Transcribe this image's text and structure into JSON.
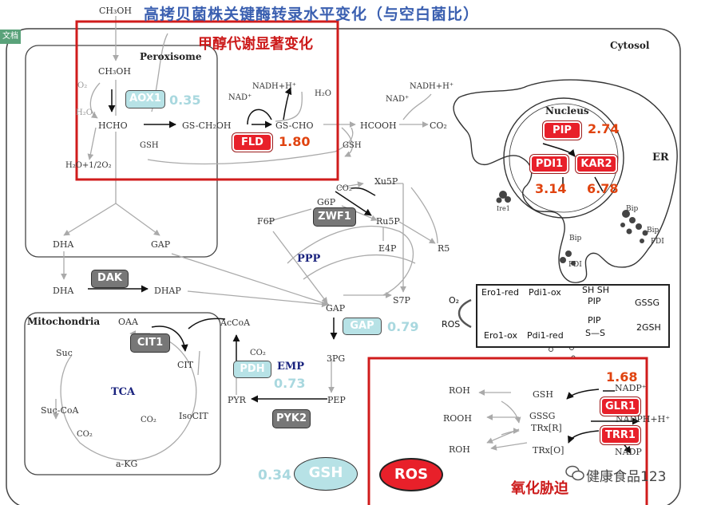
{
  "title": "高拷贝菌株关键酶转录水平变化（与空白菌比）",
  "doc_tag": "文档",
  "notes": {
    "methanol": "甲醇代谢显著变化",
    "oxidative": "氧化胁迫"
  },
  "compartments": {
    "cytosol": "Cytosol",
    "peroxisome": "Peroxisome",
    "mitochondria": "Mitochondria",
    "nucleus": "Nucleus",
    "er": "ER"
  },
  "pathways": {
    "ppp": "PPP",
    "tca": "TCA",
    "emp": "EMP"
  },
  "metabolites": {
    "ch3oh_top": "CH₃OH",
    "ch3oh": "CH₃OH",
    "o2": "O₂",
    "h2o2": "H₂O₂",
    "hcho": "HCHO",
    "gsch2oh": "GS-CH₂OH",
    "gscho": "GS-CHO",
    "gsh_a": "GSH",
    "h2o_o2": "H₂O+1/2O₂",
    "nad_a": "NAD⁺",
    "nadh_a": "NADH+H⁺",
    "h2o": "H₂O",
    "nad_b": "NAD⁺",
    "nadh_b": "NADH+H⁺",
    "hcooh": "HCOOH",
    "co2_a": "CO₂",
    "gsh_b": "GSH",
    "dha_a": "DHA",
    "gap_a": "GAP",
    "dha_b": "DHA",
    "dhap": "DHAP",
    "co2_b": "CO₂",
    "xu5p": "Xu5P",
    "g6p": "G6P",
    "f6p": "F6P",
    "ru5p": "Ru5P",
    "e4p": "E4P",
    "r5": "R5",
    "s7p": "S7P",
    "gap_b": "GAP",
    "acoa": "AcCoA",
    "threepg": "3PG",
    "co2_c": "CO₂",
    "pep": "PEP",
    "pyr": "PYR",
    "oaa": "OAA",
    "cit": "CIT",
    "suc": "Suc",
    "isocit": "IsoCIT",
    "co2_d": "CO₂",
    "succoa": "Suc-CoA",
    "co2_e": "CO₂",
    "akg": "a-KG",
    "roh_a": "ROH",
    "rooh": "ROOH",
    "roh_b": "ROH",
    "gsh_c": "GSH",
    "gssg": "GSSG",
    "trx_r": "TRx[R]",
    "trx_o": "TRx[O]",
    "nadp_a": "NADP⁺",
    "nadph": "NADPH+H⁺",
    "nadp_b": "NADP",
    "bip_a": "Bip",
    "bip_b": "Bip",
    "pdi_a": "PDI",
    "pdi_b": "PDI",
    "bip_c": "Bip",
    "ire1": "Ire1"
  },
  "legend_box": {
    "o2": "O₂",
    "ros": "ROS",
    "ero1_red": "Ero1-red",
    "ero1_ox": "Ero1-ox",
    "pdi1_ox": "Pdi1-ox",
    "pdi1_red": "Pdi1-red",
    "shsh": "SH SH",
    "pip_a": "PIP",
    "pip_b": "PIP",
    "ss": "S—S",
    "gssg": "GSSG",
    "twogsh": "2GSH"
  },
  "enzymes": [
    {
      "id": "aox1",
      "label": "AOX1",
      "style": "light",
      "value": "0.35",
      "value_color": "light"
    },
    {
      "id": "fld",
      "label": "FLD",
      "style": "red",
      "value": "1.80",
      "value_color": "red"
    },
    {
      "id": "zwf1",
      "label": "ZWF1",
      "style": "gray",
      "value": "",
      "value_color": ""
    },
    {
      "id": "dak",
      "label": "DAK",
      "style": "gray",
      "value": "",
      "value_color": ""
    },
    {
      "id": "gap",
      "label": "GAP",
      "style": "light",
      "value": "0.79",
      "value_color": "light"
    },
    {
      "id": "cit1",
      "label": "CIT1",
      "style": "gray",
      "value": "",
      "value_color": ""
    },
    {
      "id": "pdh",
      "label": "PDH",
      "style": "light",
      "value": "0.73",
      "value_color": "light"
    },
    {
      "id": "pyk2",
      "label": "PYK2",
      "style": "gray",
      "value": "",
      "value_color": ""
    },
    {
      "id": "pip",
      "label": "PIP",
      "style": "red",
      "value": "2.74",
      "value_color": "red"
    },
    {
      "id": "pdi1",
      "label": "PDI1",
      "style": "red",
      "value": "3.14",
      "value_color": "red"
    },
    {
      "id": "kar2",
      "label": "KAR2",
      "style": "red",
      "value": "6.78",
      "value_color": "red"
    },
    {
      "id": "glr1",
      "label": "GLR1",
      "style": "red",
      "value": "1.68",
      "value_color": "red"
    },
    {
      "id": "trr1",
      "label": "TRR1",
      "style": "red",
      "value": "",
      "value_color": ""
    }
  ],
  "bottom": {
    "gsh_value": "0.34",
    "gsh_label": "GSH",
    "ros_label": "ROS"
  },
  "watermark": "健康食品123",
  "colors": {
    "title": "#3a5fb0",
    "highlight_red": "#e8202a",
    "value_red": "#e0430f",
    "value_light": "#a9d8df",
    "box_light": "#b7e2e6",
    "box_gray": "#777777",
    "frame_red": "#d01c1c",
    "note_red": "#cc1a1a"
  }
}
